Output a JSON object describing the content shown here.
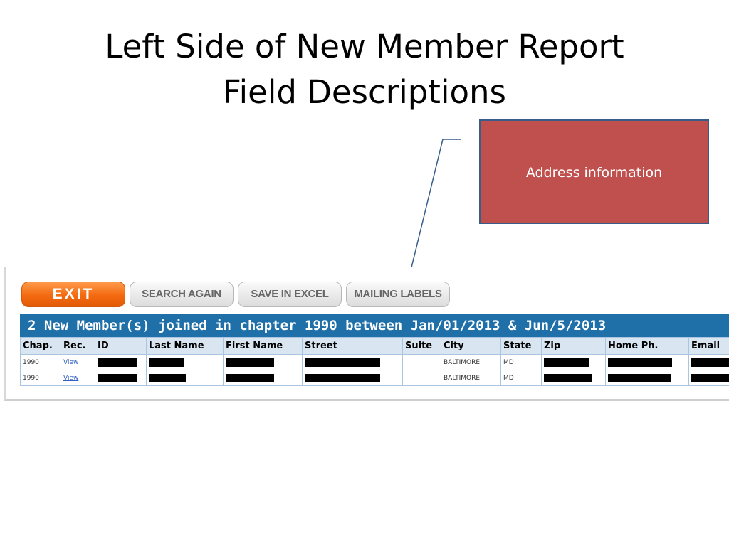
{
  "slide": {
    "title_line1": "Left Side of New Member Report",
    "title_line2": "Field Descriptions"
  },
  "callout": {
    "text": "Address information",
    "fill_color": "#c0504d",
    "border_color": "#385d8a"
  },
  "toolbar": {
    "exit_label": "EXIT",
    "search_again_label": "SEARCH AGAIN",
    "save_excel_label": "SAVE IN EXCEL",
    "mailing_labels_label": "MAILING LABELS",
    "exit_color": "#f36a10"
  },
  "report": {
    "header": "2 New Member(s) joined in chapter 1990 between Jan/01/2013 & Jun/5/2013",
    "header_color": "#1f6fa8",
    "columns": [
      "Chap.",
      "Rec.",
      "ID",
      "Last Name",
      "First Name",
      "Street",
      "Suite",
      "City",
      "State",
      "Zip",
      "Home Ph.",
      "Email"
    ],
    "rows": [
      {
        "chap": "1990",
        "rec": "View",
        "city": "BALTIMORE",
        "state": "MD"
      },
      {
        "chap": "1990",
        "rec": "View",
        "city": "BALTIMORE",
        "state": "MD"
      }
    ],
    "redacted_fields": [
      "ID",
      "Last Name",
      "First Name",
      "Street",
      "Zip",
      "Home Ph.",
      "Email"
    ]
  }
}
